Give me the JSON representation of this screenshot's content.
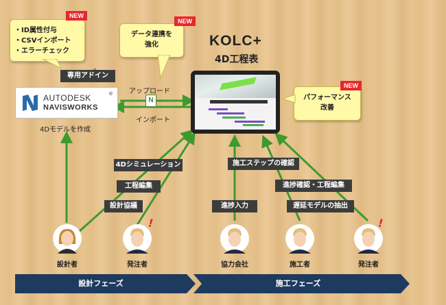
{
  "callout_addin": {
    "items": [
      "・ID属性付与",
      "・CSVインポート",
      "・エラーチェック"
    ],
    "badge": "NEW"
  },
  "callout_data": {
    "text": "データ連携を\n強化",
    "badge": "NEW"
  },
  "callout_perf": {
    "text": "パフォーマンス\n改善",
    "badge": "NEW"
  },
  "title": {
    "line1": "KOLC+",
    "line2": "4D工程表"
  },
  "addin_label": "専用アドイン",
  "navis": {
    "brand": "AUTODESK",
    "product": "NAVISWORKS",
    "reg": "®"
  },
  "navis_caption": "4Dモデルを作成",
  "upload_label": "アップロード",
  "import_label": "インポート",
  "badges": {
    "sim4d": "4Dシミュレーション",
    "edit": "工程編集",
    "coord": "設計協議",
    "steps": "施工ステップの確認",
    "progress_edit": "進捗確認・工程編集",
    "delay": "遅延モデルの抽出",
    "progress_input": "進捗入力"
  },
  "people": {
    "designer": "設計者",
    "client1": "発注者",
    "partner": "協力会社",
    "builder": "施工者",
    "client2": "発注者"
  },
  "alert": "!",
  "phases": {
    "design": "設計フェーズ",
    "construction": "施工フェーズ"
  },
  "colors": {
    "arrow": "#3e9a2e",
    "phase": "#1e3a5f",
    "new_badge": "#e8272d",
    "callout": "#fff9a8"
  }
}
